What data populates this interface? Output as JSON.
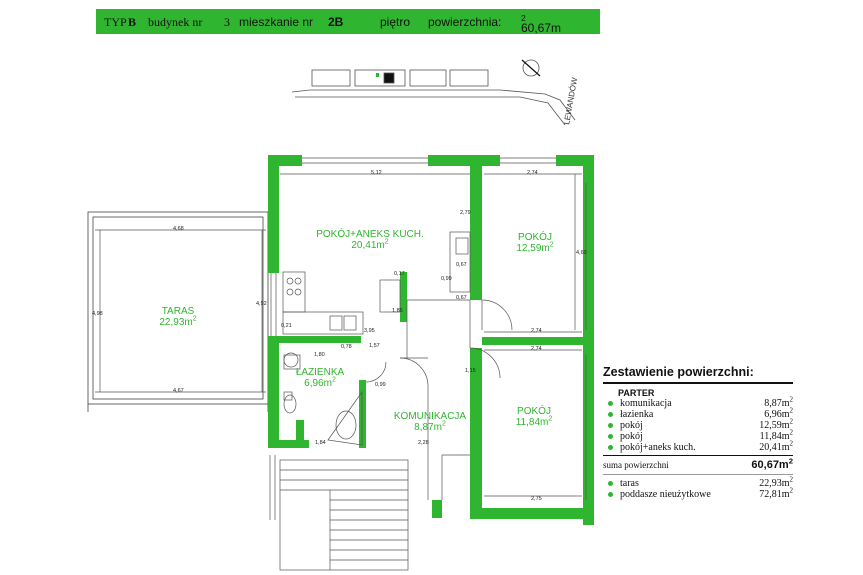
{
  "header": {
    "typ_label": "TYP",
    "typ_value": "B",
    "building_label": "budynek nr",
    "building_value": "3",
    "apt_label": "mieszkanie nr",
    "apt_value": "2B",
    "floor_label": "piętro",
    "area_label": "powierzchnia:",
    "area_value": "60,67m",
    "area_unit_sup": "2"
  },
  "street": "LEWANDÓW",
  "rooms": {
    "pokoj_aneks": {
      "name": "POKÓJ+ANEKS KUCH.",
      "area": "20,41m",
      "sup": "2"
    },
    "pokoj_top": {
      "name": "POKÓJ",
      "area": "12,59m",
      "sup": "2"
    },
    "taras": {
      "name": "TARAS",
      "area": "22,93m",
      "sup": "2"
    },
    "lazienka": {
      "name": "ŁAZIENKA",
      "area": "6,96m",
      "sup": "2"
    },
    "komunikacja": {
      "name": "KOMUNIKACJA",
      "area": "8,87m",
      "sup": "2"
    },
    "pokoj_bottom": {
      "name": "POKÓJ",
      "area": "11,84m",
      "sup": "2"
    }
  },
  "dimensions": [
    "5,12",
    "2,74",
    "4,68",
    "4,67",
    "2,74",
    "2,74",
    "2,79",
    "4,60",
    "0,67",
    "0,67",
    "0,99",
    "1,57",
    "3,95",
    "1,80",
    "0,78",
    "0,99",
    "1,84",
    "2,28",
    "2,75",
    "4,98",
    "4,92",
    "1,86",
    "1,15",
    "0,17",
    "0,21"
  ],
  "summary": {
    "title": "Zestawienie powierzchni:",
    "section": "PARTER",
    "items": [
      {
        "label": "komunikacja",
        "value": "8,87m",
        "sup": "2"
      },
      {
        "label": "łazienka",
        "value": "6,96m",
        "sup": "2"
      },
      {
        "label": "pokój",
        "value": "12,59m",
        "sup": "2"
      },
      {
        "label": "pokój",
        "value": "11,84m",
        "sup": "2"
      },
      {
        "label": "pokój+aneks kuch.",
        "value": "20,41m",
        "sup": "2"
      }
    ],
    "total_label": "suma powierzchni",
    "total_value": "60,67m",
    "total_sup": "2",
    "extra": [
      {
        "label": "taras",
        "value": "22,93m",
        "sup": "2"
      },
      {
        "label": "poddasze nieużytkowe",
        "value": "72,81m",
        "sup": "2"
      }
    ]
  },
  "colors": {
    "wall": "#2fb52f",
    "line": "#333333"
  }
}
